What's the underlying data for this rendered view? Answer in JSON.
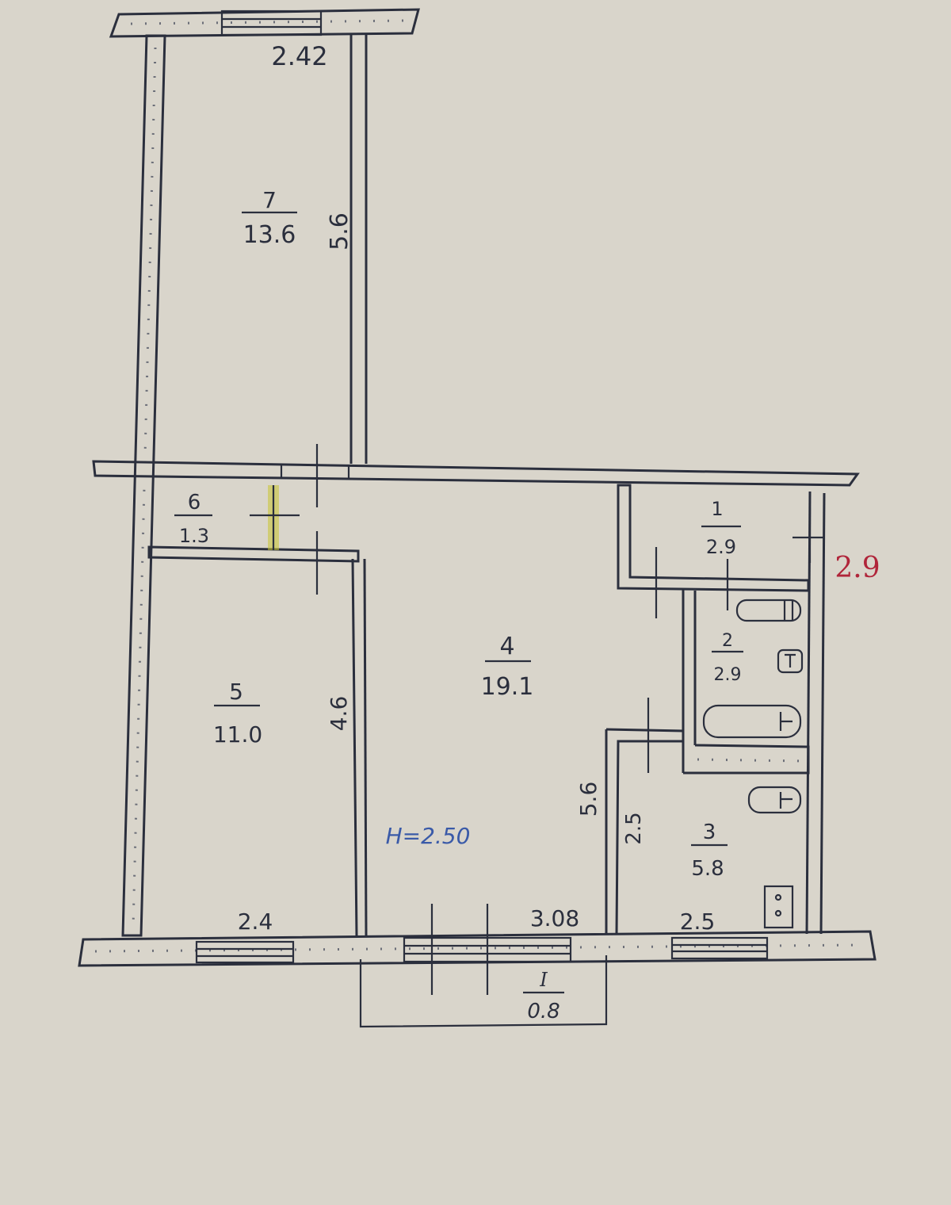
{
  "plan": {
    "rooms": [
      {
        "number": "1",
        "area": "2.9"
      },
      {
        "number": "2",
        "area": "2.9"
      },
      {
        "number": "3",
        "area": "5.8"
      },
      {
        "number": "4",
        "area": "19.1"
      },
      {
        "number": "5",
        "area": "11.0"
      },
      {
        "number": "6",
        "area": "1.3"
      },
      {
        "number": "7",
        "area": "13.6"
      },
      {
        "number": "I",
        "area": "0.8"
      }
    ],
    "dimensions": {
      "room7_width": "2.42",
      "room7_length": "5.6",
      "room5_width": "2.4",
      "room5_length": "4.6",
      "room4_width": "3.08",
      "room4_length": "5.6",
      "room3_width": "2.5",
      "room3_length": "2.5",
      "corridor_length": "2.9"
    },
    "ceiling_height": "H=2.50",
    "colors": {
      "paper": "#d9d5cb",
      "ink": "#2b2f3d",
      "blue_ink": "#3a5aa8",
      "red_ink": "#b0253a",
      "yellow_marker": "#c9c430"
    }
  }
}
